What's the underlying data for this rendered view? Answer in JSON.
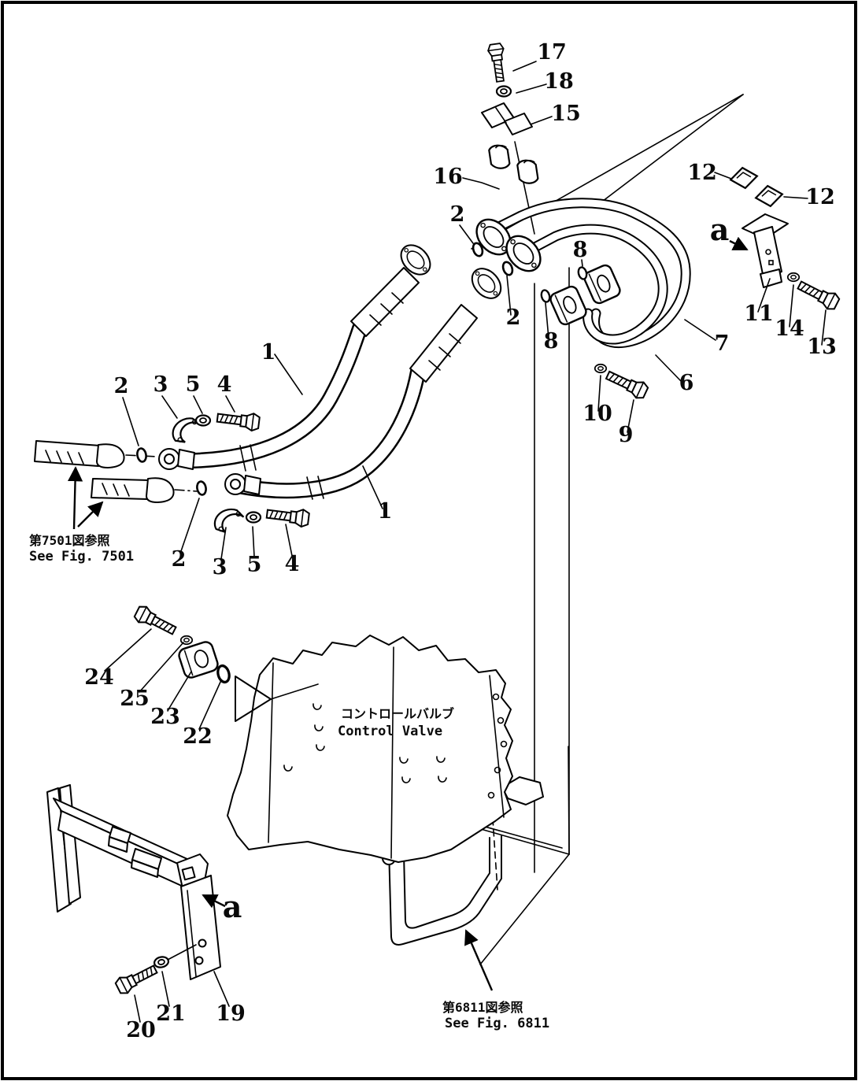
{
  "diagram": {
    "kind": "exploded-parts-diagram",
    "background": "#ffffff",
    "line_color": "#000000",
    "component_title": {
      "jp": "コントロールバルブ",
      "en": "Control Valve"
    },
    "references": {
      "fig_7501": {
        "jp": "第7501図参照",
        "en": "See Fig. 7501"
      },
      "fig_6811": {
        "jp": "第6811図参照",
        "en": "See Fig. 6811"
      }
    },
    "callouts": {
      "bolt_17": "17",
      "washer_18": "18",
      "clamp_15": "15",
      "clamp_16": "16",
      "plate_12_left": "12",
      "plate_12_right": "12",
      "detail_a_right": "a",
      "bracket_11": "11",
      "washer_14": "14",
      "bolt_13": "13",
      "tube_7": "7",
      "tube_6": "6",
      "oring_2_topleft": "2",
      "oring_2_mid": "2",
      "oring_8_upper": "8",
      "oring_8_lower": "8",
      "washer_10": "10",
      "bolt_9": "9",
      "hose_1_upper": "1",
      "hose_1_lower": "1",
      "oring_2_left_upper": "2",
      "clamp_3_upper": "3",
      "washer_5_upper": "5",
      "bolt_4_upper": "4",
      "oring_2_left_lower": "2",
      "clamp_3_lower": "3",
      "washer_5_lower": "5",
      "bolt_4_lower": "4",
      "bolt_24": "24",
      "washer_25": "25",
      "cushion_23": "23",
      "oring_22": "22",
      "detail_a_left": "a",
      "bracket_19": "19",
      "washer_21": "21",
      "bolt_20": "20"
    }
  }
}
